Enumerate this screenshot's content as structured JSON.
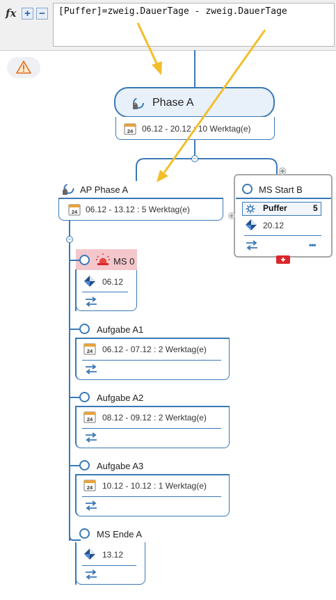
{
  "formula": {
    "fx_label": "fx",
    "plus_label": "+",
    "minus_label": "−",
    "expression": "[Puffer]=zweig.DauerTage - zweig.DauerTage"
  },
  "phase_a": {
    "title": "Phase A",
    "dates": "06.12 - 20.12 : 10 Werktag(e)"
  },
  "ap_phase_a": {
    "title": "AP Phase A",
    "dates": "06.12 - 13.12 : 5 Werktag(e)"
  },
  "ms_start_b": {
    "title": "MS Start B",
    "field_label": "Puffer",
    "field_value": "5",
    "date": "20.12",
    "more": "•••"
  },
  "tasks": [
    {
      "title": "MS 0",
      "text": "06.12",
      "kind": "milestone"
    },
    {
      "title": "Aufgabe A1",
      "text": "06.12 - 07.12 : 2 Werktag(e)",
      "kind": "task"
    },
    {
      "title": "Aufgabe A2",
      "text": "08.12 - 09.12 : 2 Werktag(e)",
      "kind": "task"
    },
    {
      "title": "Aufgabe A3",
      "text": "10.12 - 10.12 : 1 Werktag(e)",
      "kind": "task"
    },
    {
      "title": "MS Ende A",
      "text": "13.12",
      "kind": "milestone"
    }
  ],
  "calendar_day": "24",
  "colors": {
    "accent": "#3a78b5",
    "arrow": "#f2be2a",
    "highlight": "#f4c7cc",
    "warning": "#e06a1b",
    "delete": "#d9262c"
  }
}
